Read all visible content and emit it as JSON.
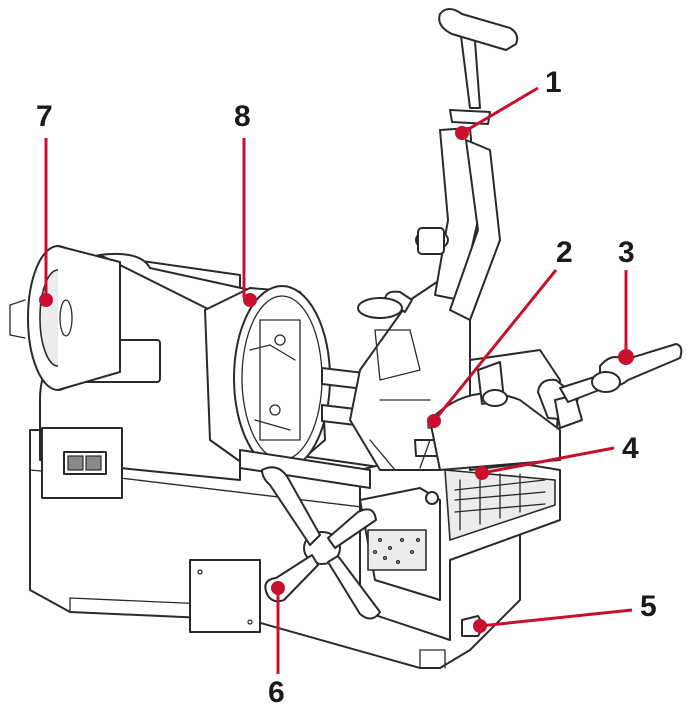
{
  "accent_color": "#c8102e",
  "callouts": [
    {
      "id": "1",
      "label": "1"
    },
    {
      "id": "2",
      "label": "2"
    },
    {
      "id": "3",
      "label": "3"
    },
    {
      "id": "4",
      "label": "4"
    },
    {
      "id": "5",
      "label": "5"
    },
    {
      "id": "6",
      "label": "6"
    },
    {
      "id": "7",
      "label": "7"
    },
    {
      "id": "8",
      "label": "8"
    }
  ]
}
